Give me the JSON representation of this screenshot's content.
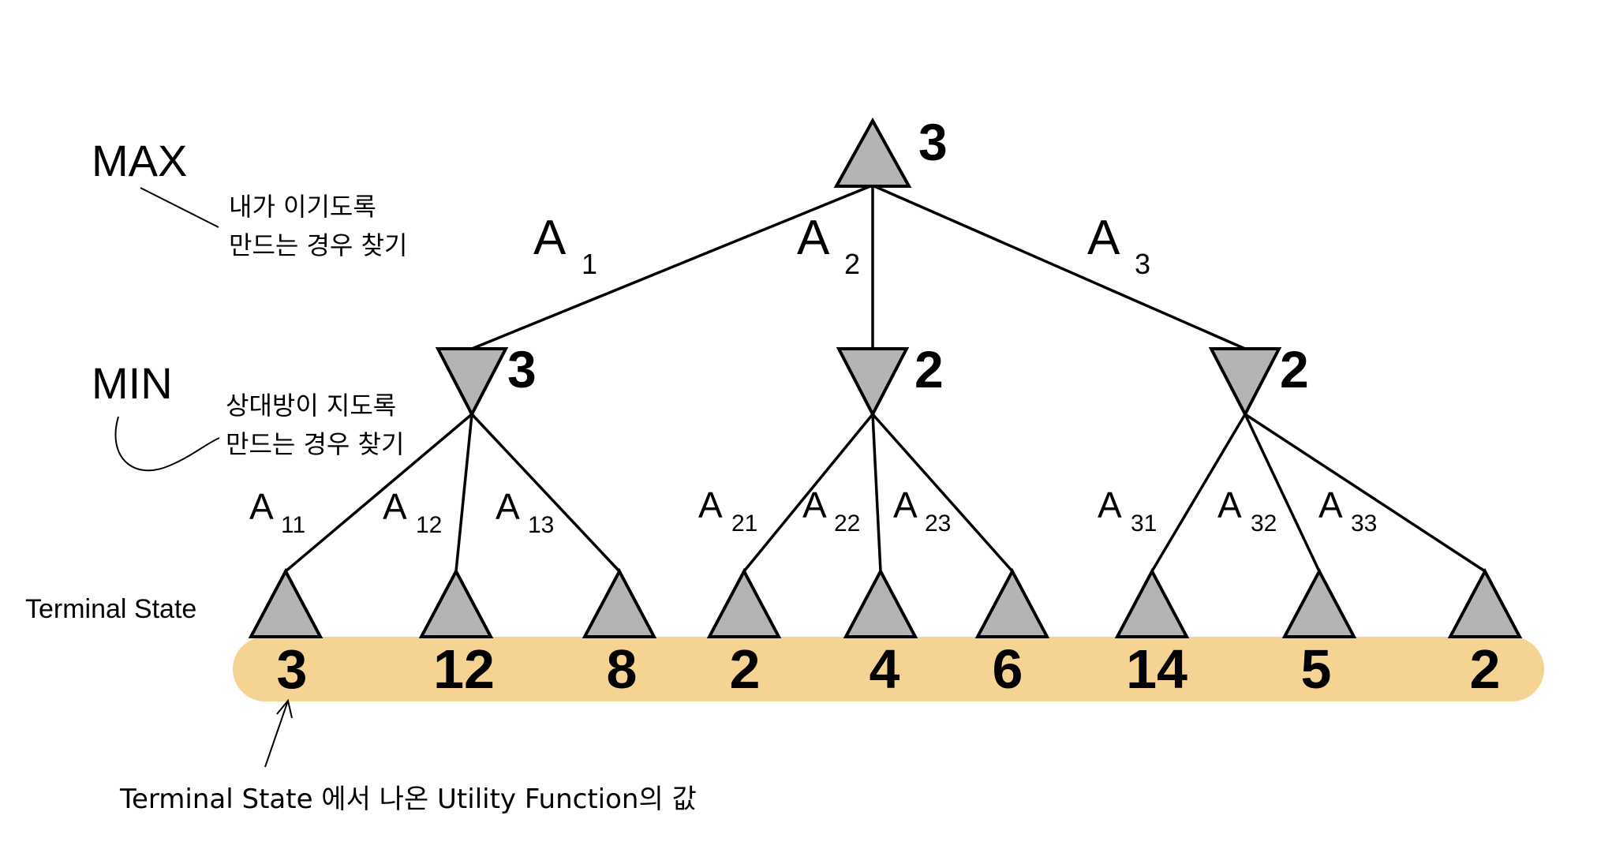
{
  "colors": {
    "terminal_band": "#f5d393",
    "node_fill": "#b4b4b4",
    "stroke": "#000000"
  },
  "labels": {
    "max": "MAX",
    "max_note_line1": "내가 이기도록",
    "max_note_line2": "만드는 경우 찾기",
    "min": "MIN",
    "min_note_line1": "상대방이 지도록",
    "min_note_line2": "만드는 경우 찾기",
    "terminal_state": "Terminal State",
    "caption": "Terminal State 에서 나온 Utility Function의 값"
  },
  "tree": {
    "root": {
      "value": "3"
    },
    "actions": [
      {
        "letter": "A",
        "sub": "1"
      },
      {
        "letter": "A",
        "sub": "2"
      },
      {
        "letter": "A",
        "sub": "3"
      }
    ],
    "min_nodes": [
      {
        "value": "3"
      },
      {
        "value": "2"
      },
      {
        "value": "2"
      }
    ],
    "leaf_actions": [
      {
        "letter": "A",
        "sub": "11"
      },
      {
        "letter": "A",
        "sub": "12"
      },
      {
        "letter": "A",
        "sub": "13"
      },
      {
        "letter": "A",
        "sub": "21"
      },
      {
        "letter": "A",
        "sub": "22"
      },
      {
        "letter": "A",
        "sub": "23"
      },
      {
        "letter": "A",
        "sub": "31"
      },
      {
        "letter": "A",
        "sub": "32"
      },
      {
        "letter": "A",
        "sub": "33"
      }
    ],
    "terminal_values": [
      "3",
      "12",
      "8",
      "2",
      "4",
      "6",
      "14",
      "5",
      "2"
    ]
  }
}
